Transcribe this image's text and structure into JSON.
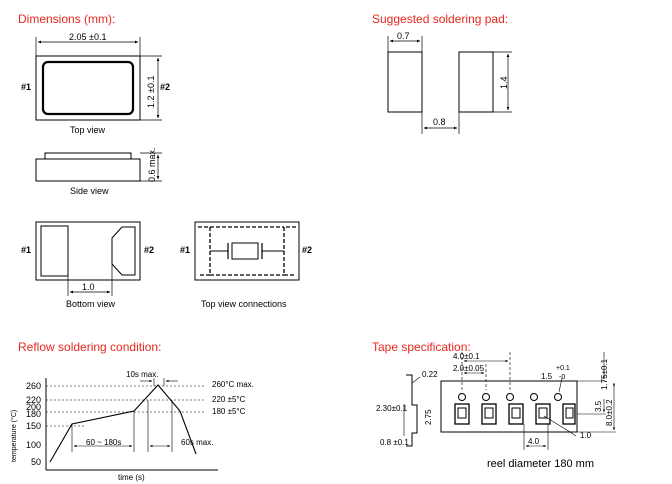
{
  "headings": {
    "dimensions": "Dimensions (mm):",
    "soldering_pad": "Suggested soldering pad:",
    "reflow": "Reflow soldering condition:",
    "tape": "Tape specification:"
  },
  "dimensions": {
    "width": "2.05 ±0.1",
    "height": "1.2 ±0.1",
    "thickness": "0.6 max.",
    "pin1": "#1",
    "pin2": "#2",
    "bottom_dim": "1.0",
    "captions": {
      "top": "Top view",
      "side": "Side view",
      "bottom": "Bottom view",
      "connections": "Top view connections"
    }
  },
  "pad": {
    "pad_width": "0.7",
    "pad_height": "1.4",
    "gap": "0.8"
  },
  "reflow": {
    "ylabel": "temperature (°C)",
    "xlabel": "time (s)",
    "yticks": [
      "260",
      "220",
      "200",
      "180",
      "150",
      "100",
      "50"
    ],
    "peak_time": "10s max.",
    "peak_temp": "260°C max.",
    "t220": "220 ±5°C",
    "t180": "180 ±5°C",
    "preheat": "60 ~ 180s",
    "above": "60s max."
  },
  "tape": {
    "thickness": "0.22",
    "pitch": "4.0±0.1",
    "hole_offset": "2.0±0.05",
    "hole_dia": "1.5",
    "hole_tol_plus": "+0.1",
    "hole_tol_minus": "-0",
    "edge": "1.75±0.1",
    "row": "3.5",
    "width": "8.0±0.2",
    "depth": "2.30±0.1",
    "pocket": "2.75",
    "base": "0.8 ±0.1",
    "cavity_pitch": "4.0",
    "cavity_dia": "1.0",
    "reel": "reel diameter 180 mm"
  }
}
